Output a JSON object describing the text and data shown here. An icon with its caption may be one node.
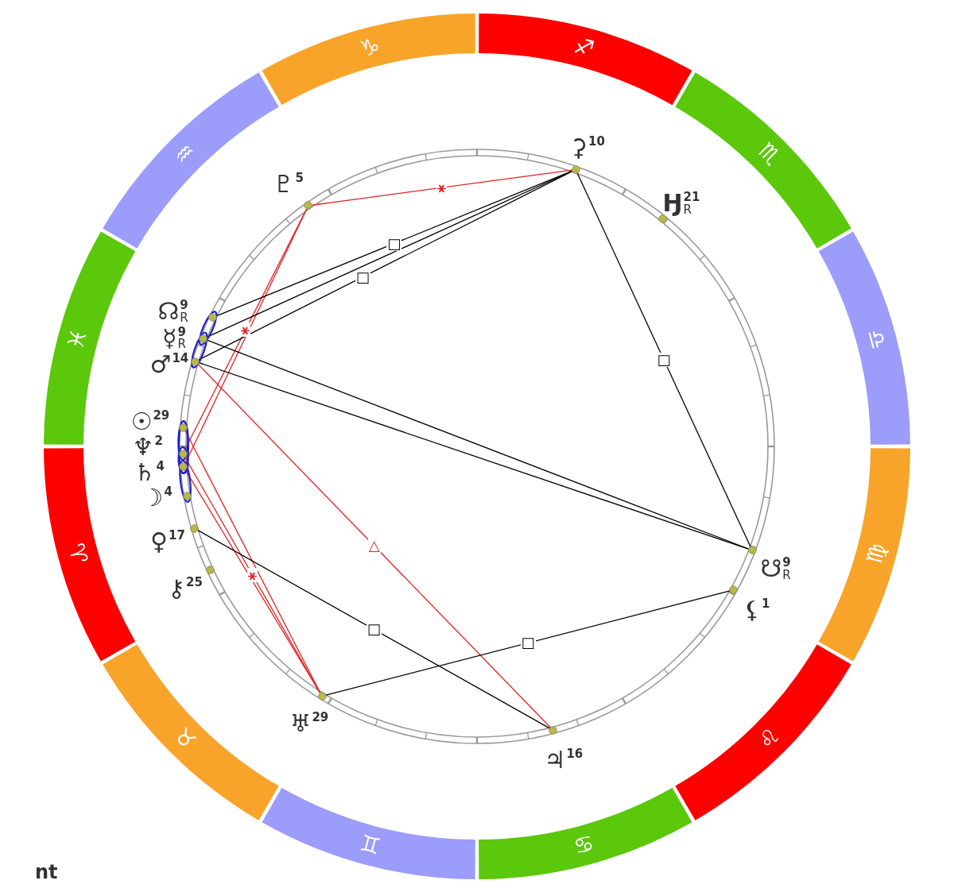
{
  "diagram": {
    "nodes": [
      {
        "text": [
          "♑"
        ]
      },
      {
        "text": [
          "♐"
        ]
      },
      {
        "text": [
          "♒"
        ]
      },
      {
        "text": [
          "♏"
        ]
      },
      {
        "text": [
          "♓"
        ]
      },
      {
        "text": [
          "♎"
        ]
      },
      {
        "text": [
          "♈"
        ]
      },
      {
        "text": [
          "♍"
        ]
      },
      {
        "text": [
          "♉"
        ]
      },
      {
        "text": [
          "♌"
        ]
      },
      {
        "text": [
          "♊"
        ]
      },
      {
        "text": [
          "♋"
        ]
      },
      {
        "text": [
          "⚳",
          "10"
        ]
      },
      {
        "text": [
          "♇",
          "5"
        ]
      },
      {
        "text": [
          "Ӈ",
          "21",
          "R"
        ]
      },
      {
        "text": [
          "☊",
          "9",
          "R"
        ]
      },
      {
        "text": [
          "☿",
          "9",
          "R"
        ]
      },
      {
        "text": [
          "♂",
          "14"
        ]
      },
      {
        "text": [
          "☉",
          "29"
        ]
      },
      {
        "text": [
          "♆",
          "2"
        ]
      },
      {
        "text": [
          "♄",
          "4"
        ]
      },
      {
        "text": [
          "☽",
          "4"
        ]
      },
      {
        "text": [
          "♀",
          "17"
        ]
      },
      {
        "text": [
          "⚷",
          "25"
        ]
      },
      {
        "text": [
          "☋",
          "9",
          "R"
        ]
      },
      {
        "text": [
          "⚸",
          "1"
        ]
      },
      {
        "text": [
          "♅",
          "29"
        ]
      },
      {
        "text": [
          "♃",
          "16"
        ]
      }
    ],
    "edges": [
      {
        "from": 13,
        "to": 12,
        "arrow": "none",
        "label": "⚹",
        "color": "#e02424"
      },
      {
        "from": 13,
        "to": 19,
        "arrow": "none",
        "label": "⚹",
        "color": "#e02424"
      },
      {
        "from": 13,
        "to": 20,
        "arrow": "none",
        "color": "#e02424"
      },
      {
        "from": 12,
        "to": 15,
        "arrow": "none",
        "label": "□"
      },
      {
        "from": 12,
        "to": 16,
        "arrow": "none"
      },
      {
        "from": 12,
        "to": 17,
        "arrow": "none",
        "label": "□"
      },
      {
        "from": 12,
        "to": 24,
        "arrow": "none",
        "label": "□"
      },
      {
        "from": 16,
        "to": 24,
        "arrow": "none"
      },
      {
        "from": 17,
        "to": 24,
        "arrow": "none"
      },
      {
        "from": 17,
        "to": 27,
        "arrow": "none",
        "label": "△",
        "color": "#e02424"
      },
      {
        "from": 18,
        "to": 26,
        "arrow": "none",
        "color": "#e02424"
      },
      {
        "from": 19,
        "to": 26,
        "arrow": "none",
        "label": "⚹",
        "color": "#e02424"
      },
      {
        "from": 20,
        "to": 26,
        "arrow": "none",
        "color": "#e02424"
      },
      {
        "from": 22,
        "to": 27,
        "arrow": "none",
        "label": "□"
      },
      {
        "from": 26,
        "to": 25,
        "arrow": "none",
        "label": "□"
      },
      {
        "from": 15,
        "to": 16,
        "arrow": "none",
        "color": "#2020d0"
      },
      {
        "from": 16,
        "to": 17,
        "arrow": "none",
        "color": "#2020d0"
      },
      {
        "from": 18,
        "to": 19,
        "arrow": "none",
        "color": "#2020d0"
      },
      {
        "from": 18,
        "to": 20,
        "arrow": "none",
        "color": "#2020d0"
      },
      {
        "from": 19,
        "to": 20,
        "arrow": "none",
        "color": "#2020d0"
      },
      {
        "from": 20,
        "to": 21,
        "arrow": "none",
        "color": "#2020d0"
      }
    ],
    "labels": [
      "nt"
    ]
  }
}
